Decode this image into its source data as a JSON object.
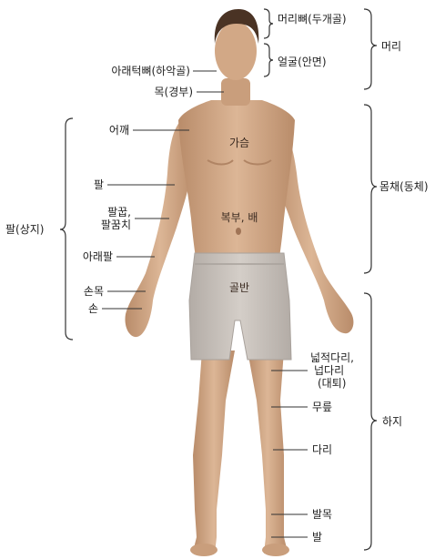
{
  "labels": {
    "skull": "머리뼈(두개골)",
    "face": "얼굴(안면)",
    "head": "머리",
    "jaw": "아래턱뼈(하악골)",
    "neck": "목(경부)",
    "shoulder": "어깨",
    "chest": "가슴",
    "arm": "팔",
    "elbow_line1": "팔꿉,",
    "elbow_line2": "팔꿈치",
    "abdomen": "복부, 배",
    "trunk": "몸채(동체)",
    "upper_limb": "팔(상지)",
    "forearm": "아래팔",
    "pelvis": "골반",
    "wrist": "손목",
    "hand": "손",
    "thigh_line1": "넓적다리,",
    "thigh_line2": "넙다리",
    "thigh_line3": "(대퇴)",
    "knee": "무릎",
    "leg": "다리",
    "lower_limb": "하지",
    "ankle": "발목",
    "foot": "발"
  },
  "colors": {
    "skin": "#d6ad8c",
    "skin_shadow": "#b98c6a",
    "hair": "#4a3324",
    "shorts": "#c9c2bc",
    "line": "#333333"
  }
}
